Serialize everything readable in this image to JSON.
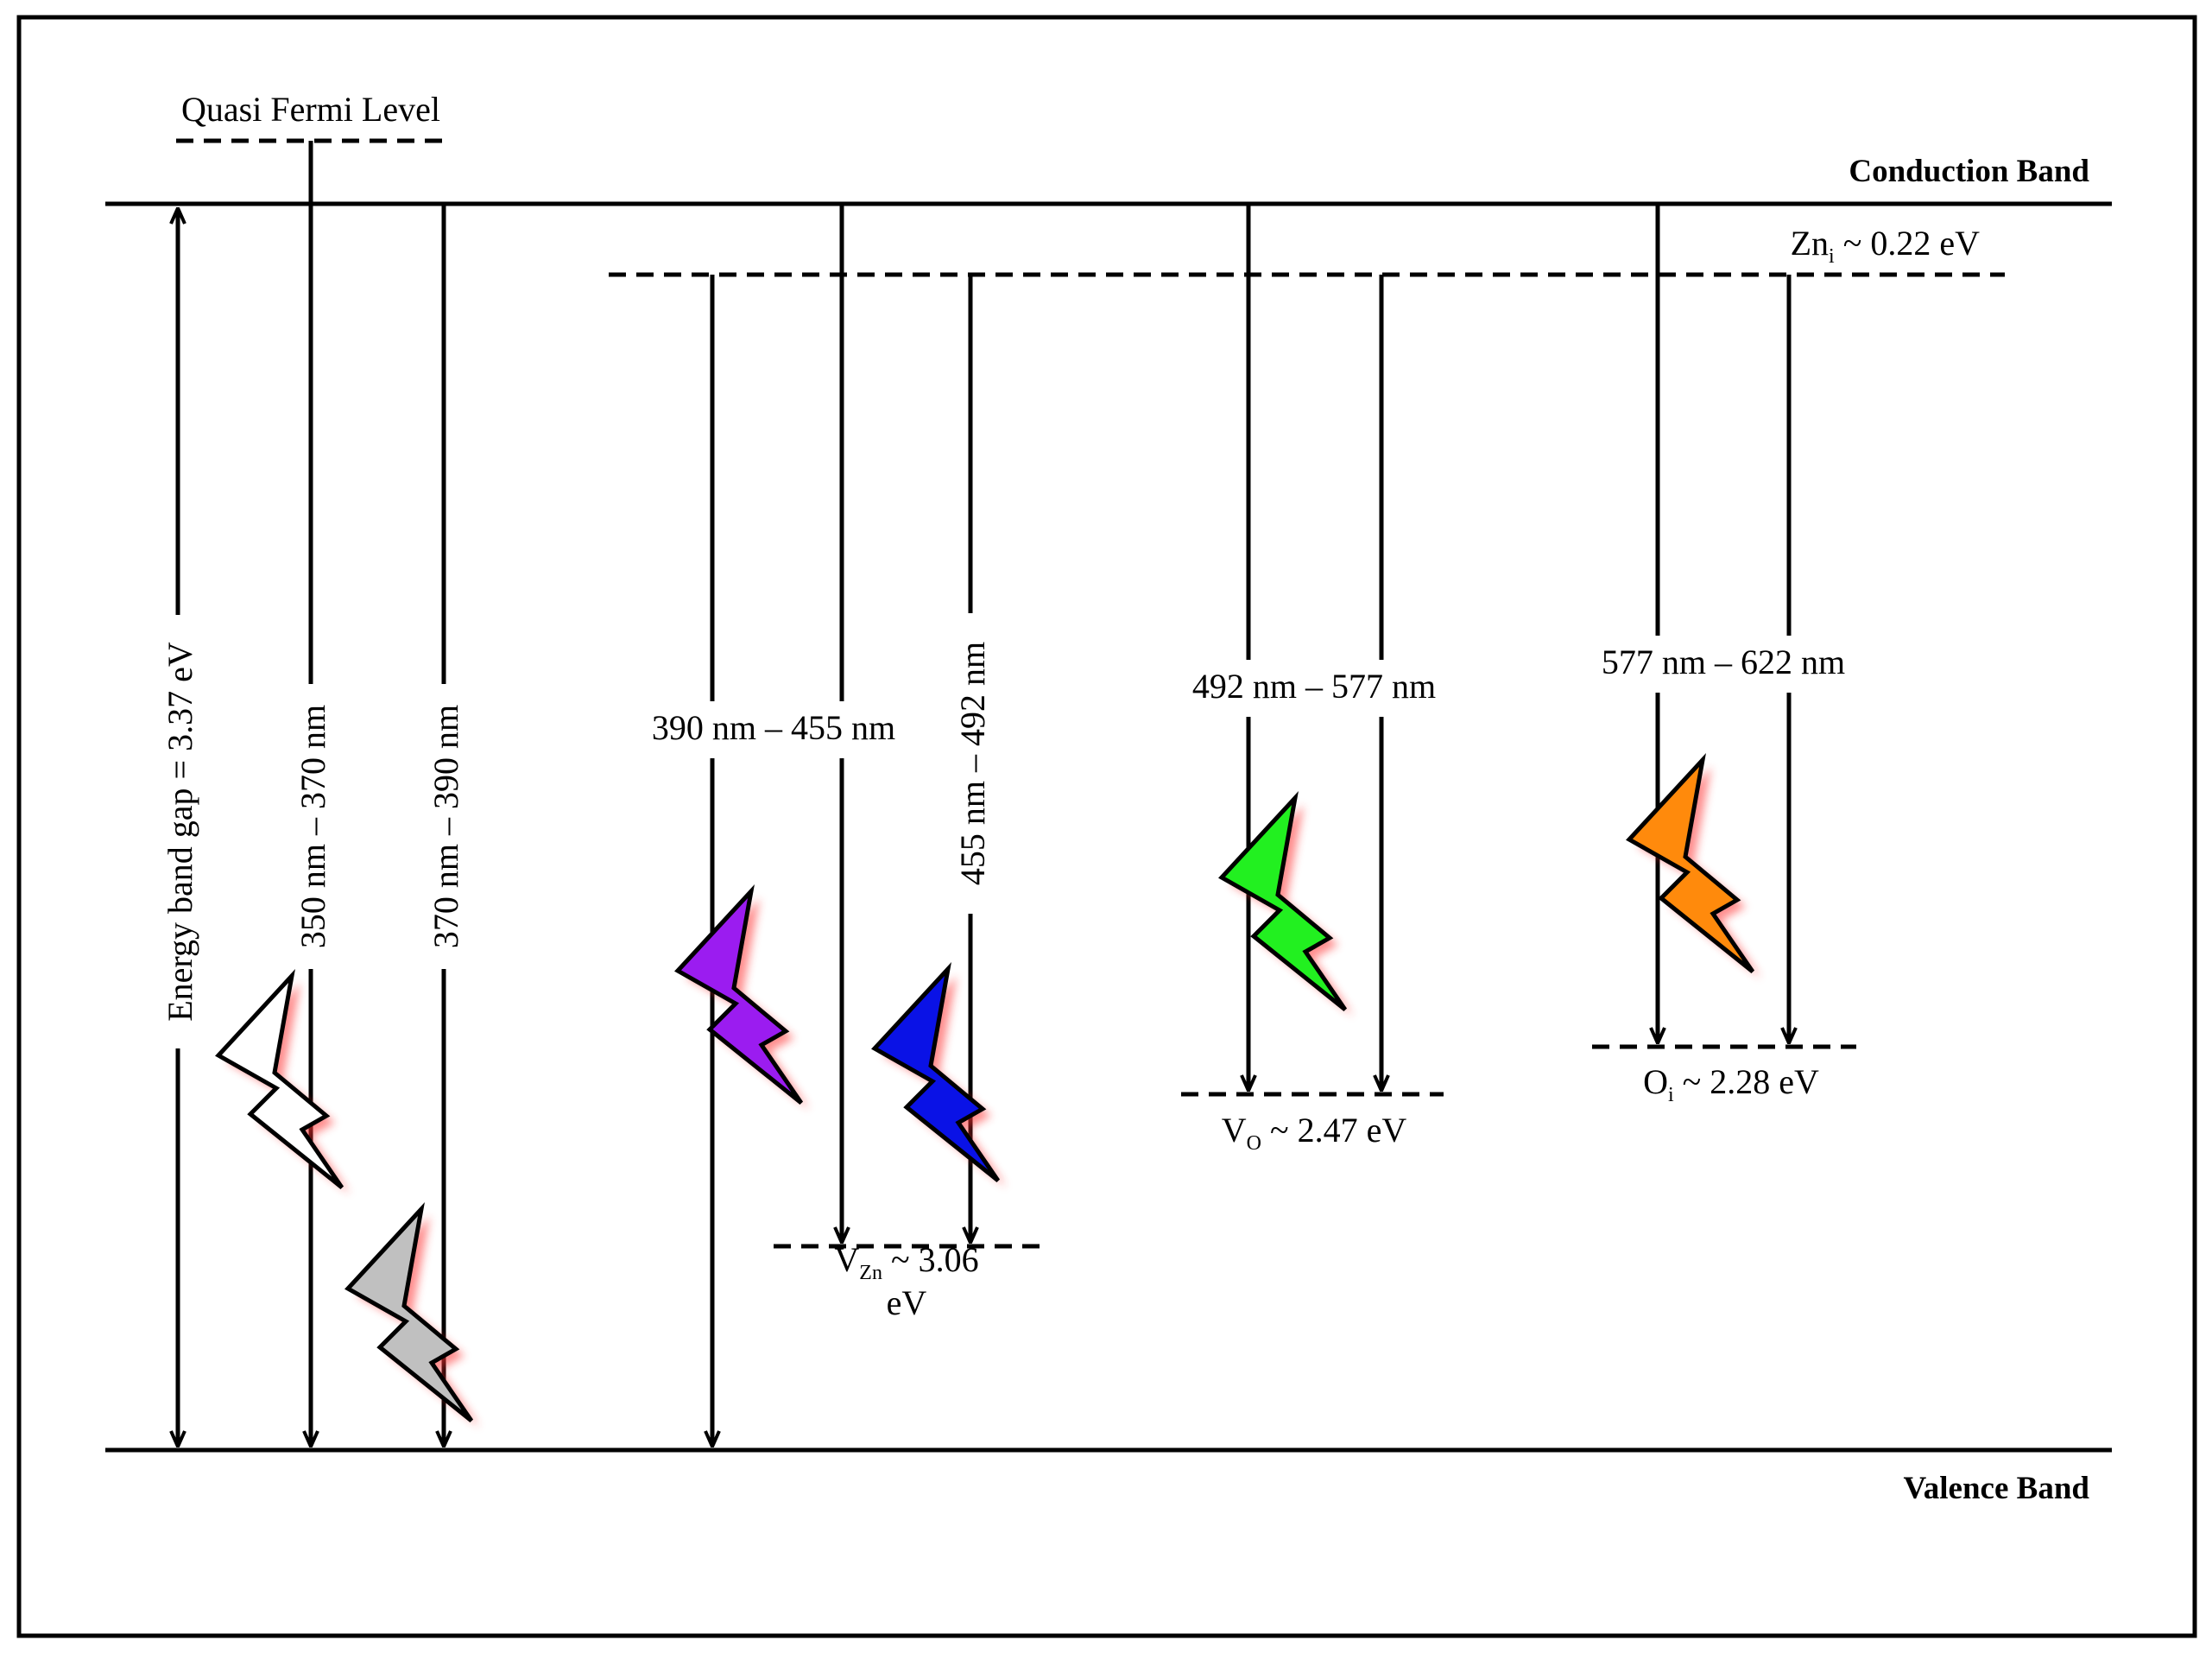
{
  "bands": {
    "conduction": "Conduction Band",
    "valence": "Valence Band"
  },
  "levels": {
    "quasi_fermi": "Quasi Fermi Level",
    "zn_i": {
      "main": "Zn",
      "sub": "i",
      "rest": " ~ 0.22 eV"
    },
    "v_zn": {
      "main": "V",
      "sub": "Zn",
      "rest": " ~ 3.06",
      "line2": "eV"
    },
    "v_o": {
      "main": "V",
      "sub": "O",
      "rest": " ~ 2.47 eV"
    },
    "o_i": {
      "main": "O",
      "sub": "i",
      "rest": " ~ 2.28 eV"
    }
  },
  "transitions": {
    "band_gap": "Energy band gap = 3.37 eV",
    "t_350_370": "350 nm – 370 nm",
    "t_370_390": "370 nm – 390 nm",
    "t_390_455": "390 nm – 455 nm",
    "t_455_492": "455 nm – 492 nm",
    "t_492_577": "492 nm – 577 nm",
    "t_577_622": "577 nm – 622 nm"
  },
  "emission_colors": {
    "white": "#ffffff",
    "gray": "#c0c0c0",
    "violet": "#9b1cf0",
    "blue": "#0a12e6",
    "green": "#22f020",
    "orange": "#ff8a0c"
  }
}
